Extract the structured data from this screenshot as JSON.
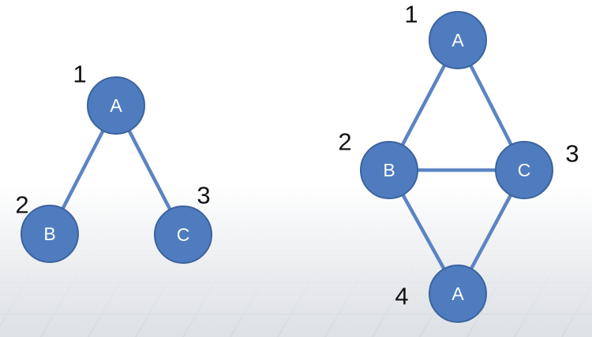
{
  "colors": {
    "node_fill": "#4f7cbf",
    "node_stroke": "#3c639e",
    "edge": "#5b84c4",
    "node_text": "#ffffff",
    "number_text": "#111111",
    "background_top": "#ffffff",
    "background_bottom": "#d7dbe0"
  },
  "tree": {
    "nodes": {
      "a": {
        "letter": "A",
        "order": "1"
      },
      "b": {
        "letter": "B",
        "order": "2"
      },
      "c": {
        "letter": "C",
        "order": "3"
      }
    },
    "edges": [
      [
        "a",
        "b"
      ],
      [
        "a",
        "c"
      ]
    ]
  },
  "graph": {
    "nodes": {
      "a_top": {
        "letter": "A",
        "order": "1"
      },
      "b": {
        "letter": "B",
        "order": "2"
      },
      "c": {
        "letter": "C",
        "order": "3"
      },
      "a_bottom": {
        "letter": "A",
        "order": "4"
      }
    },
    "edges": [
      [
        "a_top",
        "b"
      ],
      [
        "a_top",
        "c"
      ],
      [
        "b",
        "c"
      ],
      [
        "b",
        "a_bottom"
      ],
      [
        "c",
        "a_bottom"
      ]
    ]
  }
}
